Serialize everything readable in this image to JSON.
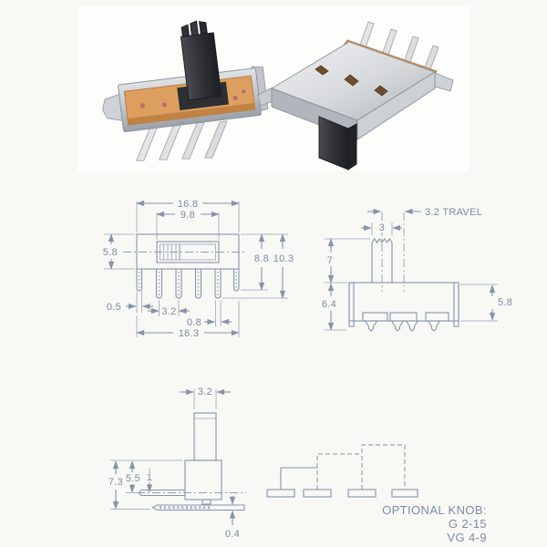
{
  "colors": {
    "background": "#f8f8f5",
    "drawing_line": "#8694aa",
    "drawing_text": "#7e8ca3",
    "photo_metal_light": "#e9ebed",
    "photo_metal_mid": "#b7bbc1",
    "photo_metal_dark": "#8f949c",
    "photo_base_orange": "#dc9f60",
    "photo_base_shadow": "#bb7d40",
    "photo_knob_black": "#36373b",
    "photo_rivet_red": "#c16a6c"
  },
  "photo": {
    "description": "Two miniature slide switches: metal frames, orange phenolic bases, black serrated actuators, silver solder pins"
  },
  "front_view": {
    "dim_width_top": "16.8",
    "dim_window_width": "9.8",
    "dim_body_height": "5.8",
    "dim_height_to_bracket": "8.8",
    "dim_total_height": "10.3",
    "dim_bracket_pin_width": "0.5",
    "dim_pin_pitch": "3.2",
    "dim_pin_width": "0.8",
    "dim_width_bottom": "16.3"
  },
  "side_view": {
    "dim_travel": "3.2 TRAVEL",
    "dim_knob_width": "3",
    "dim_knob_height": "7",
    "dim_height_to_terminals": "6.4",
    "dim_body_height": "5.8"
  },
  "profile_view": {
    "dim_knob_width": "3.2",
    "dim_total_height": "7.3",
    "dim_body_height": "5.5",
    "dim_pin_offset": "1",
    "dim_pin_thickness": "0.4"
  },
  "schematic": {
    "note_title": "OPTIONAL KNOB:",
    "note_line1": "G 2-15",
    "note_line2": "VG 4-9"
  }
}
